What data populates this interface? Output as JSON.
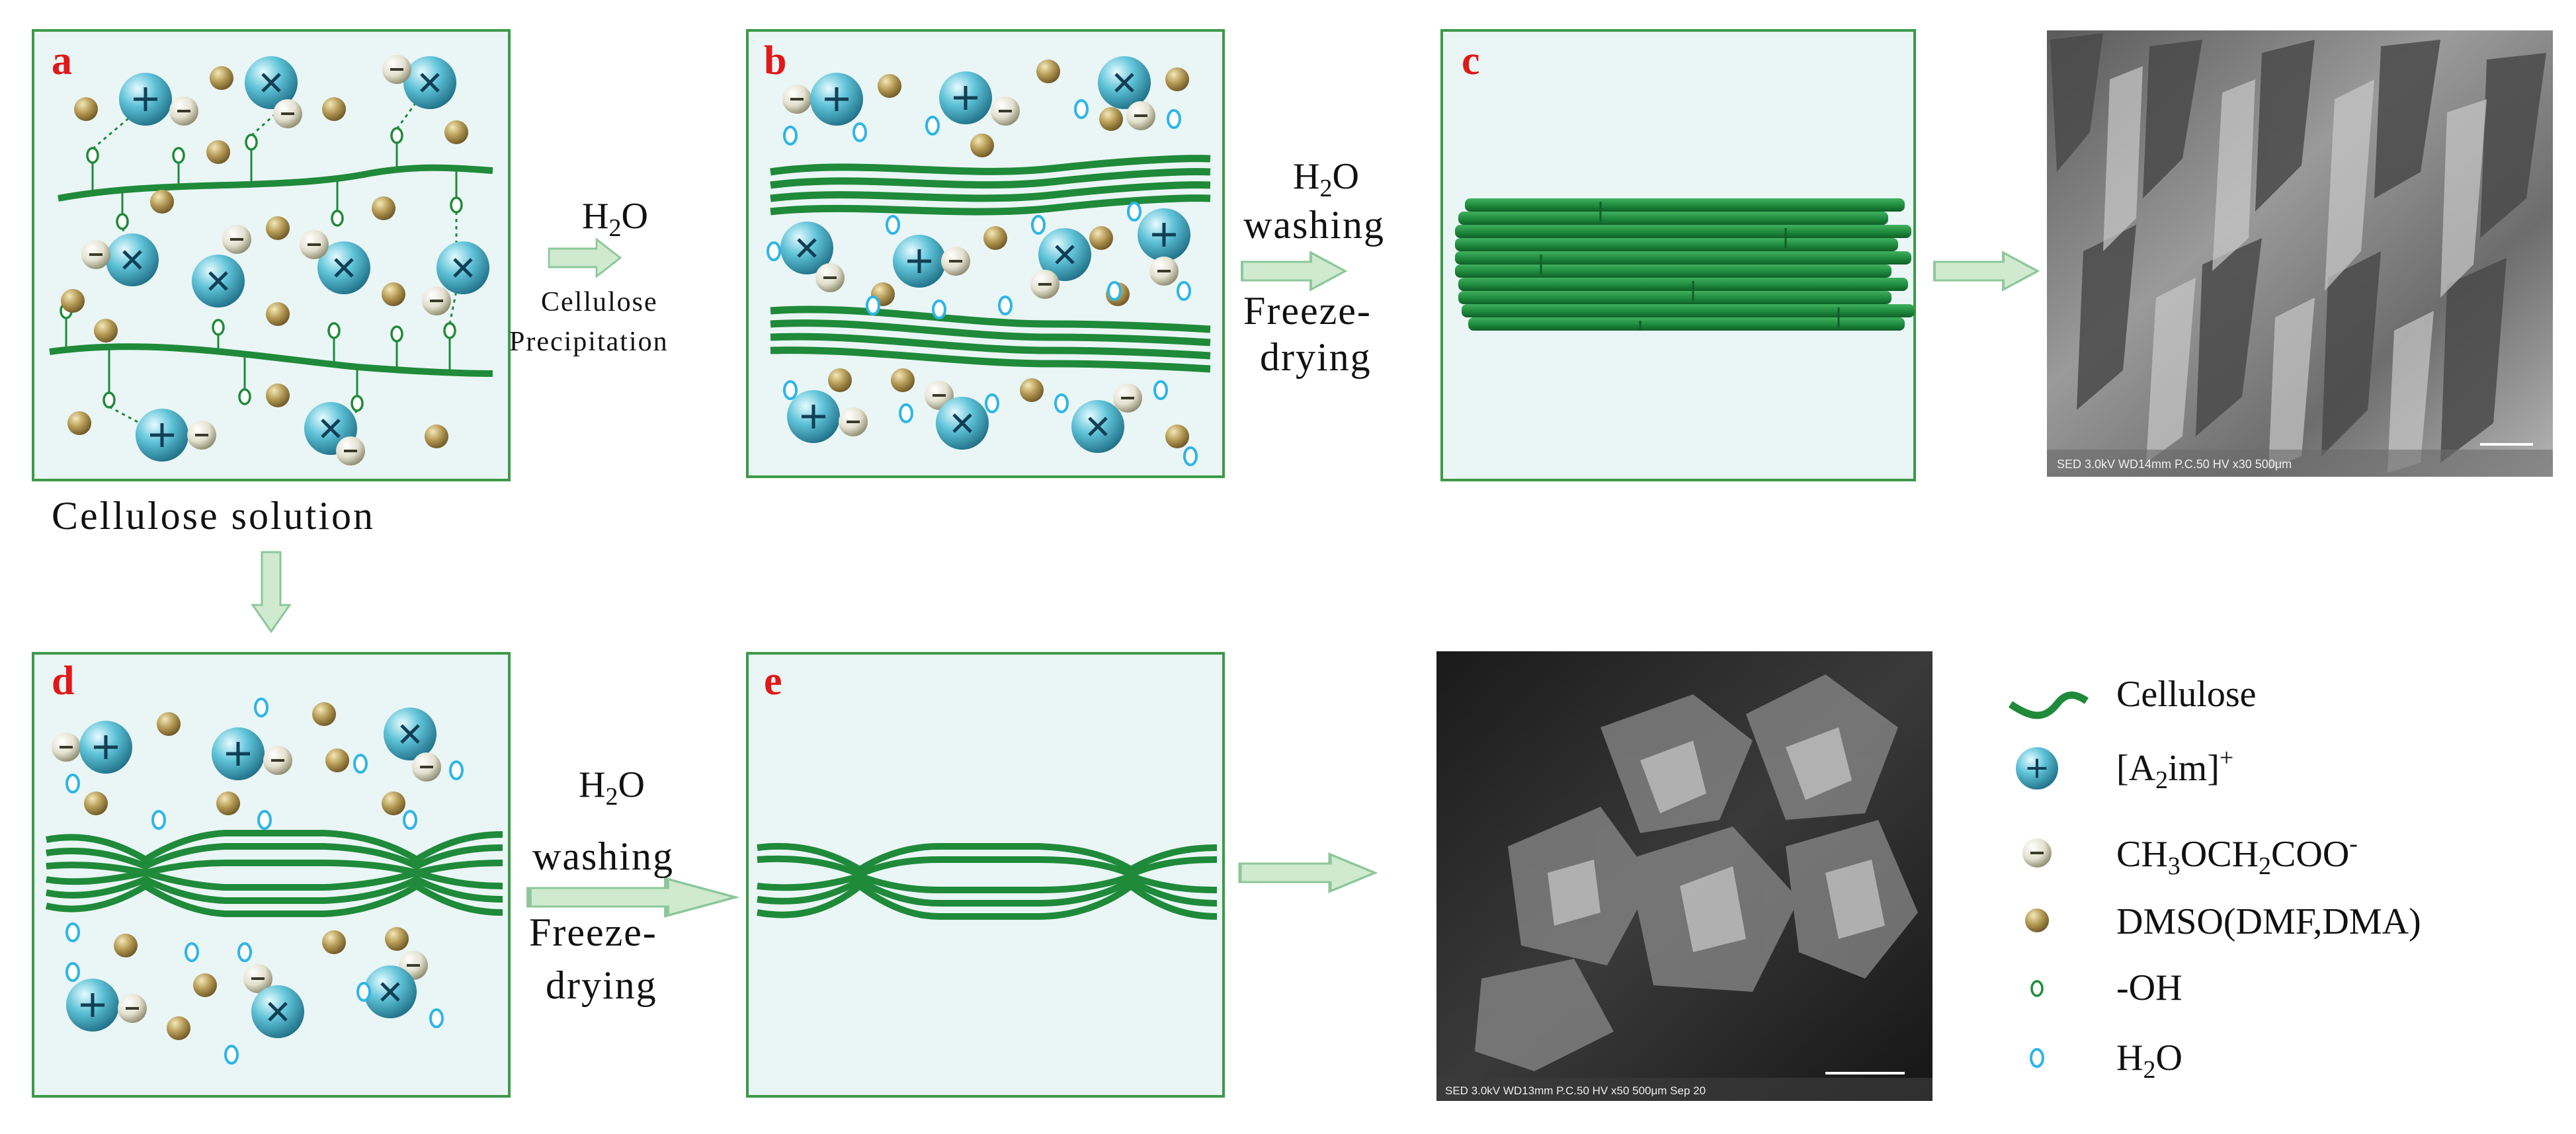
{
  "panels": {
    "a": {
      "letter": "a"
    },
    "b": {
      "letter": "b"
    },
    "c": {
      "letter": "c"
    },
    "d": {
      "letter": "d"
    },
    "e": {
      "letter": "e"
    }
  },
  "captions": {
    "cellulose_solution": "Cellulose solution",
    "step1_reagent": "H",
    "step1_reagent_sub": "2",
    "step1_reagent_tail": "O",
    "step1_line1": "Cellulose",
    "step1_line2": "Precipitation",
    "step2_reagent": "H",
    "step2_reagent_sub": "2",
    "step2_reagent_tail": "O",
    "step2_line1": "washing",
    "step2_line2": "Freeze-",
    "step2_line3": "drying",
    "step3_reagent": "H",
    "step3_reagent_sub": "2",
    "step3_reagent_tail": "O",
    "step3_line1": "washing",
    "step3_line2": "Freeze-",
    "step3_line3": "drying"
  },
  "sem": {
    "top_info": "SED 3.0kV  WD14mm P.C.50  HV        x30              500μm",
    "bottom_info": "SED 3.0kV  WD13mm P.C.50  HV       x50            500μm          Sep 20"
  },
  "legend": {
    "cellulose": "Cellulose",
    "cation": "[A",
    "cation_sub": "2",
    "cation_tail": "im]",
    "cation_sup": "+",
    "anion": "CH",
    "anion_sub1": "3",
    "anion_mid": "OCH",
    "anion_sub2": "2",
    "anion_tail": "COO",
    "anion_sup": "-",
    "solvent": "DMSO(DMF,DMA)",
    "hydroxyl": "-OH",
    "water": "H",
    "water_sub": "2",
    "water_tail": "O"
  },
  "colors": {
    "panel_border": "#3c9a48",
    "panel_fill": "#eaf5f5",
    "cellulose": "#1f8a3a",
    "arrow_fill": "#cfeacf",
    "arrow_stroke": "#8cc79a",
    "panel_letter": "#e01818"
  }
}
